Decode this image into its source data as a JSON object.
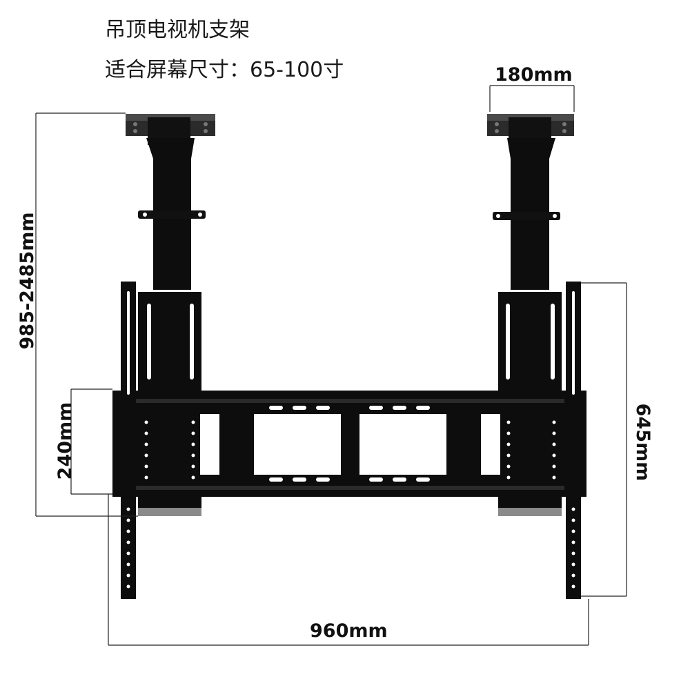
{
  "title": {
    "line1": "吊顶电视机支架",
    "line2": "适合屏幕尺寸：65-100寸"
  },
  "dimensions": {
    "plate_width": "180mm",
    "height_range": "985-2485mm",
    "bracket_height": "240mm",
    "rail_height": "645mm",
    "total_width": "960mm"
  },
  "colors": {
    "metal": "#0d0d0d",
    "metal_top": "#3a3a3a",
    "dimension_line": "#222222",
    "background": "#ffffff"
  }
}
